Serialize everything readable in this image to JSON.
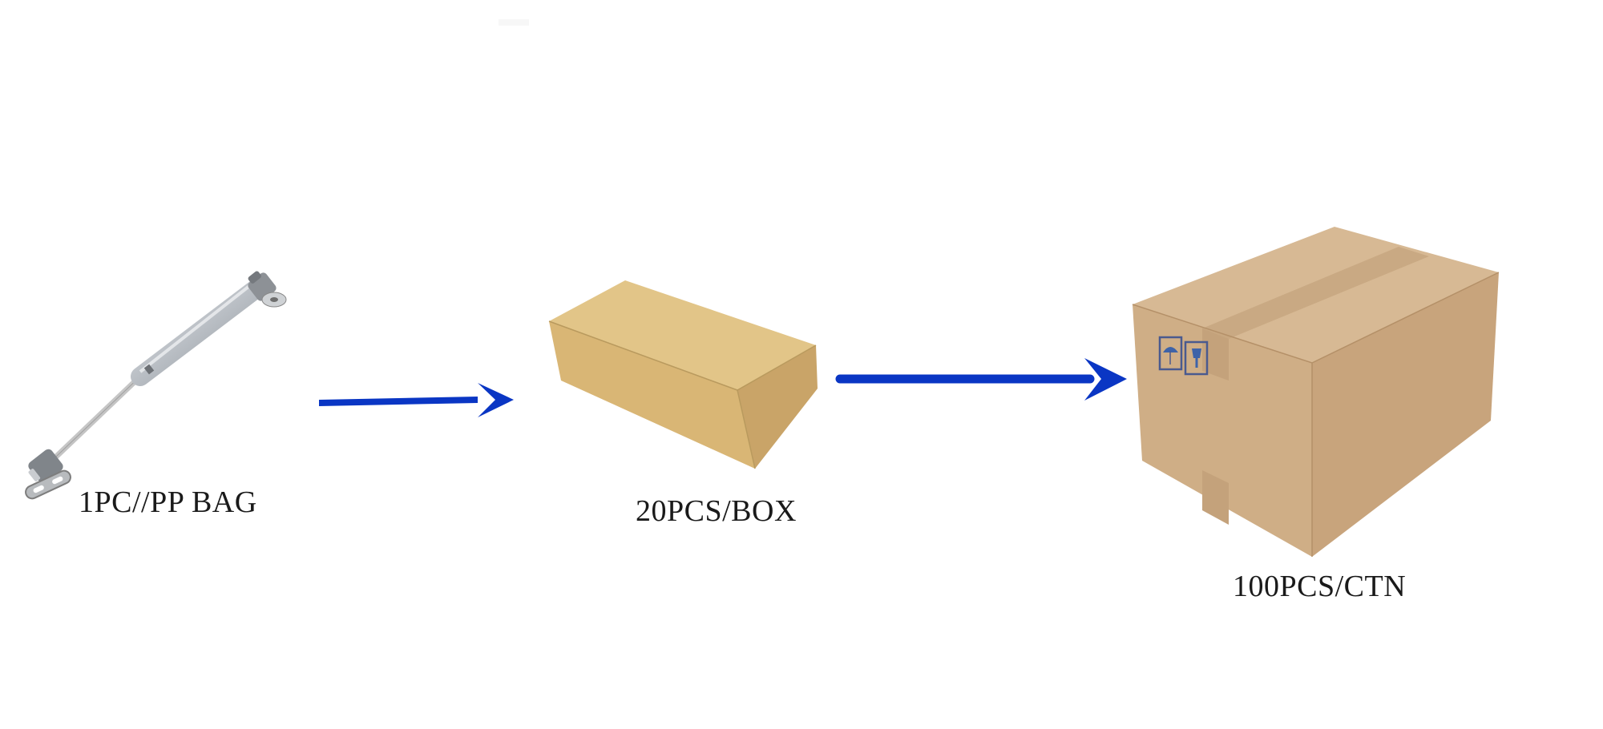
{
  "page": {
    "background": "#ffffff",
    "accent_color": "#0a36c4"
  },
  "steps": [
    {
      "id": "unit",
      "label": "1PC//PP BAG",
      "image": "gas-spring-strut",
      "quantity": 1,
      "unit": "PC",
      "packaging": "PP BAG"
    },
    {
      "id": "box",
      "label": "20PCS/BOX",
      "image": "small-kraft-box",
      "quantity": 20,
      "unit": "PCS",
      "packaging": "BOX"
    },
    {
      "id": "carton",
      "label": "100PCS/CTN",
      "image": "shipping-carton",
      "quantity": 100,
      "unit": "PCS",
      "packaging": "CTN"
    }
  ],
  "arrows": [
    {
      "from": "unit",
      "to": "box",
      "color": "#0a36c4"
    },
    {
      "from": "box",
      "to": "carton",
      "color": "#0a36c4"
    }
  ],
  "carton_markings": [
    "umbrella-icon",
    "fragile-glass-icon"
  ]
}
